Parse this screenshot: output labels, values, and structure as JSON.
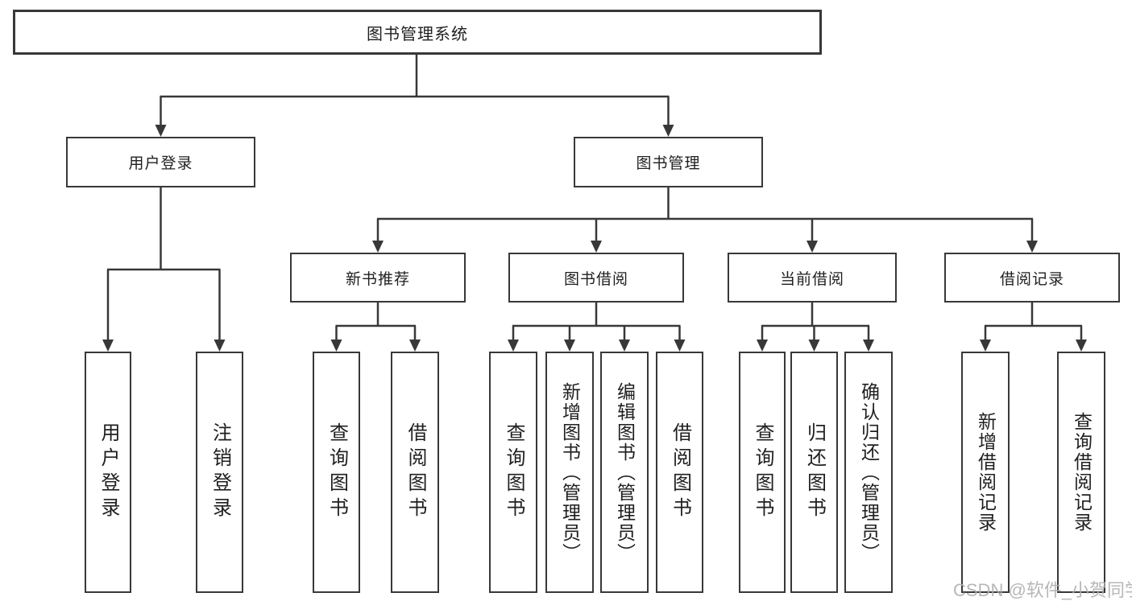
{
  "tree": {
    "root": "图书管理系统",
    "branches": [
      {
        "label": "用户登录",
        "children": [
          "用户登录",
          "注销登录"
        ]
      },
      {
        "label": "图书管理",
        "children": [
          {
            "label": "新书推荐",
            "children": [
              "查询图书",
              "借阅图书"
            ]
          },
          {
            "label": "图书借阅",
            "children": [
              "查询图书",
              "新增图书（管理员）",
              "编辑图书（管理员）",
              "借阅图书"
            ]
          },
          {
            "label": "当前借阅",
            "children": [
              "查询图书",
              "归还图书",
              "确认归还（管理员）"
            ]
          },
          {
            "label": "借阅记录",
            "children": [
              "新增借阅记录",
              "查询借阅记录"
            ]
          }
        ]
      }
    ]
  },
  "colors": {
    "line": "#383838",
    "text": "#1f1f1f",
    "background": "#ffffff",
    "watermark": "#afafaf"
  },
  "watermark": "CSDN @软件_小贺同学"
}
